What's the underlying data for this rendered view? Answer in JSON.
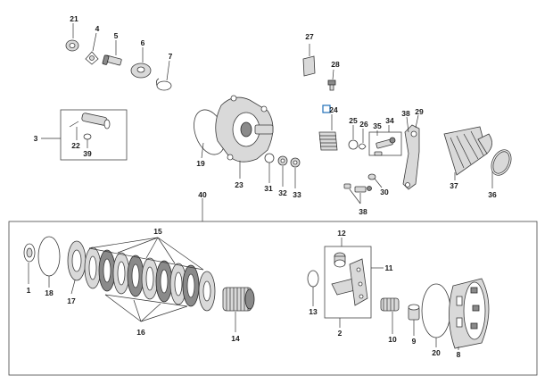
{
  "callouts": {
    "c1": "1",
    "c2": "2",
    "c3": "3",
    "c4": "4",
    "c5": "5",
    "c6": "6",
    "c7": "7",
    "c8": "8",
    "c9": "9",
    "c10": "10",
    "c11": "11",
    "c12": "12",
    "c13": "13",
    "c14": "14",
    "c15": "15",
    "c16": "16",
    "c17": "17",
    "c18": "18",
    "c19": "19",
    "c20": "20",
    "c21": "21",
    "c22": "22",
    "c23": "23",
    "c24": "24",
    "c25": "25",
    "c26": "26",
    "c27": "27",
    "c28": "28",
    "c29": "29",
    "c30": "30",
    "c31": "31",
    "c32": "32",
    "c33": "33",
    "c34": "34",
    "c35": "35",
    "c36": "36",
    "c37": "37",
    "c38a": "38",
    "c38b": "38",
    "c39": "39",
    "c40": "40"
  },
  "colors": {
    "line": "#333333",
    "part_fill": "#d9d9d9",
    "selection": "#1e6fb8"
  }
}
